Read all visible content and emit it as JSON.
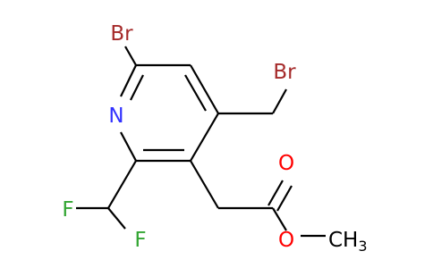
{
  "molecule": {
    "atoms": {
      "br1": {
        "symbol": "Br"
      },
      "br2": {
        "symbol": "Br"
      },
      "n": {
        "symbol": "N"
      },
      "o1": {
        "symbol": "O"
      },
      "o2": {
        "symbol": "O"
      },
      "f1": {
        "symbol": "F"
      },
      "f2": {
        "symbol": "F"
      },
      "ch3": {
        "symbol": "CH",
        "subscript": "3"
      }
    },
    "colors": {
      "bond": "#000000",
      "Br": "#a52a2a",
      "N": "#3232ff",
      "O": "#ff0000",
      "F": "#32a532",
      "C": "#000000"
    }
  }
}
